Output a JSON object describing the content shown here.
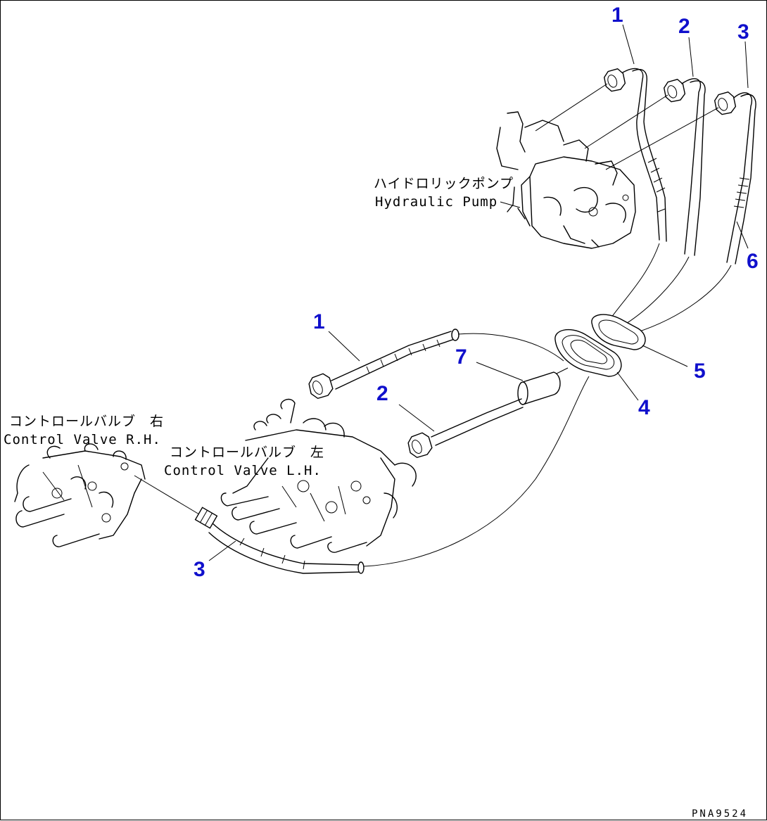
{
  "labels": {
    "pump_jp": "ハイドロリックポンプ",
    "pump_en": "Hydraulic Pump",
    "valve_rh_jp": "コントロールバルブ　右",
    "valve_rh_en": "Control Valve R.H.",
    "valve_lh_jp": "コントロールバルブ　左",
    "valve_lh_en": "Control Valve L.H."
  },
  "callouts": {
    "c1_top": "1",
    "c2_top": "2",
    "c3_top": "3",
    "c6": "6",
    "c5": "5",
    "c4": "4",
    "c7": "7",
    "c1_mid": "1",
    "c2_mid": "2",
    "c3_low": "3"
  },
  "drawing_ref": "PNA9524"
}
